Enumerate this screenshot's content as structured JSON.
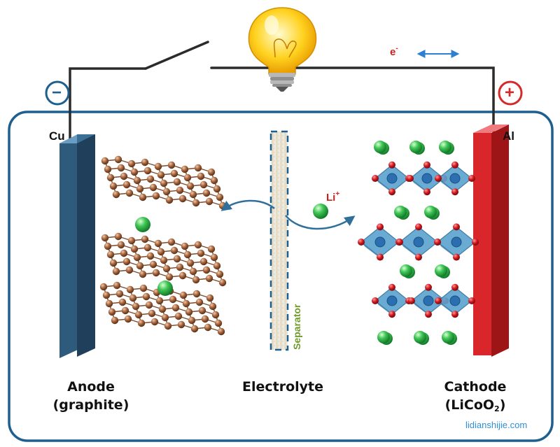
{
  "terminals": {
    "negative": "−",
    "positive": "+"
  },
  "electron": {
    "base": "e",
    "charge": "-"
  },
  "collectors": {
    "left": "Cu",
    "right": "Al"
  },
  "ion": {
    "base": "Li",
    "charge": "+"
  },
  "separator": "Separator",
  "labels": {
    "anode_line1": "Anode",
    "anode_line2": "(graphite)",
    "electrolyte": "Electrolyte",
    "cathode_line1": "Cathode",
    "cathode_open": "(LiCoO",
    "cathode_sub": "2",
    "cathode_close": ")"
  },
  "watermark": "lidianshijie.com",
  "colors": {
    "case_border": "#1d5f8f",
    "anode_plate": "#3a6f96",
    "cathode_plate": "#d9262b",
    "carbon_atom": "#a0603a",
    "lithium_ion": "#2fb84a",
    "cobalt_octahedron": "#4a94c4",
    "oxygen_atom": "#c0171c",
    "wire": "#2b2b2b",
    "bulb": "#ffd21f",
    "electron_arrow": "#2f7fd0"
  }
}
